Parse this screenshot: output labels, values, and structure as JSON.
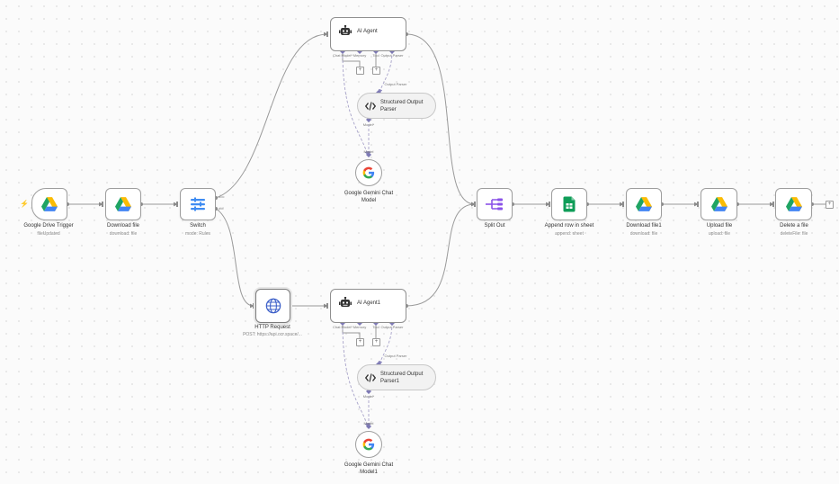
{
  "nodes": {
    "drive_trigger": {
      "title": "Google Drive Trigger",
      "subtitle": "fileUpdated"
    },
    "download_file": {
      "title": "Download file",
      "subtitle": "download: file"
    },
    "switch": {
      "title": "Switch",
      "subtitle": "mode: Rules",
      "outputs": [
        "doc",
        "pdf"
      ]
    },
    "ai_agent": {
      "title": "AI Agent",
      "ports": [
        "Chat Model*",
        "Memory",
        "Tool",
        "Output Parser"
      ]
    },
    "parser": {
      "title": "Structured Output Parser"
    },
    "gemini": {
      "title": "Google Gemini Chat Model"
    },
    "http_request": {
      "title": "HTTP Request",
      "subtitle": "POST: https://api.ocr.space/..."
    },
    "ai_agent1": {
      "title": "AI Agent1",
      "ports": [
        "Chat Model*",
        "Memory",
        "Tool",
        "Output Parser"
      ]
    },
    "parser1": {
      "title": "Structured Output Parser1"
    },
    "gemini1": {
      "title": "Google Gemini Chat Model1"
    },
    "split_out": {
      "title": "Split Out"
    },
    "append_sheet": {
      "title": "Append row in sheet",
      "subtitle": "append: sheet"
    },
    "download_file1": {
      "title": "Download file1",
      "subtitle": "download: file"
    },
    "upload_file": {
      "title": "Upload file",
      "subtitle": "upload: file"
    },
    "delete_file": {
      "title": "Delete a file",
      "subtitle": "deleteFile: file"
    }
  },
  "edge_labels": {
    "output_parser": "Output Parser",
    "model_star": "Model*",
    "model": "Model"
  },
  "icons": {
    "drive": "google-drive-icon",
    "switch": "switch-icon",
    "robot": "robot-icon",
    "code": "code-icon",
    "google": "google-g-icon",
    "globe": "globe-icon",
    "split": "split-out-icon",
    "sheets": "google-sheets-icon",
    "trigger": "lightning-bolt-icon",
    "plus": "plus-icon"
  },
  "colors": {
    "edge": "#9a9a9a",
    "sub_edge": "#a7a2c9",
    "handle": "#7e7ab5",
    "split_accent": "#8a52e8",
    "sheets_green": "#0f9d58",
    "switch_blue": "#3f8cf2",
    "globe_blue": "#3c5fc8",
    "trigger_bolt": "#ff6d5a"
  }
}
